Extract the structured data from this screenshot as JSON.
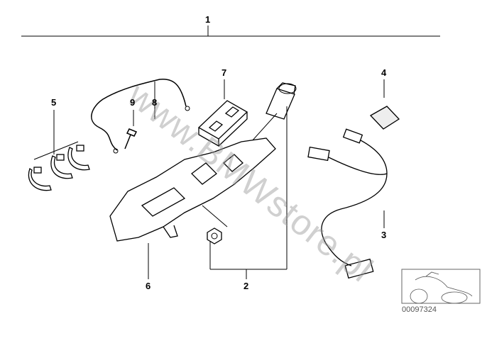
{
  "callouts": [
    "1",
    "2",
    "3",
    "4",
    "5",
    "6",
    "7",
    "8",
    "9"
  ],
  "watermark": "www.BMWstore.pl",
  "diagram_number": "00097324"
}
